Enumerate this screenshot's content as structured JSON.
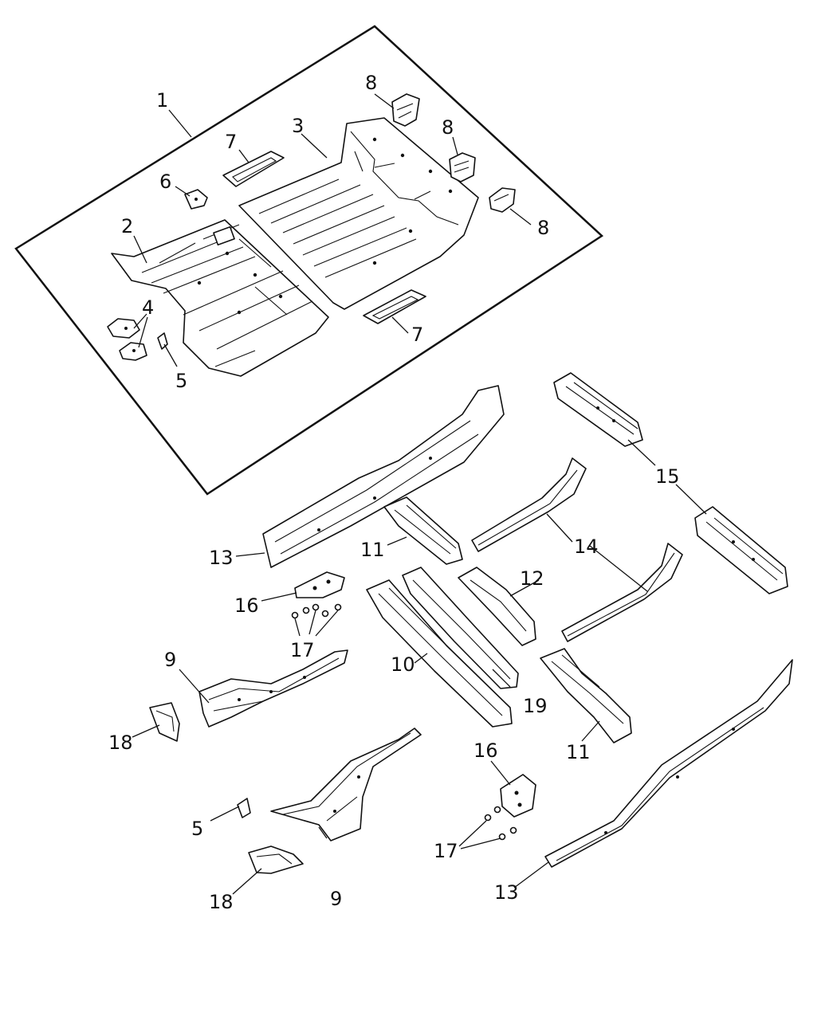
{
  "callouts": [
    {
      "id": "c1",
      "text": "1"
    },
    {
      "id": "c2",
      "text": "2"
    },
    {
      "id": "c3",
      "text": "3"
    },
    {
      "id": "c4",
      "text": "4"
    },
    {
      "id": "c5a",
      "text": "5"
    },
    {
      "id": "c6",
      "text": "6"
    },
    {
      "id": "c7a",
      "text": "7"
    },
    {
      "id": "c7b",
      "text": "7"
    },
    {
      "id": "c8a",
      "text": "8"
    },
    {
      "id": "c8b",
      "text": "8"
    },
    {
      "id": "c8c",
      "text": "8"
    },
    {
      "id": "c9a",
      "text": "9"
    },
    {
      "id": "c9b",
      "text": "9"
    },
    {
      "id": "c10",
      "text": "10"
    },
    {
      "id": "c11a",
      "text": "11"
    },
    {
      "id": "c11b",
      "text": "11"
    },
    {
      "id": "c12",
      "text": "12"
    },
    {
      "id": "c13a",
      "text": "13"
    },
    {
      "id": "c13b",
      "text": "13"
    },
    {
      "id": "c14",
      "text": "14"
    },
    {
      "id": "c15",
      "text": "15"
    },
    {
      "id": "c16a",
      "text": "16"
    },
    {
      "id": "c16b",
      "text": "16"
    },
    {
      "id": "c17a",
      "text": "17"
    },
    {
      "id": "c17b",
      "text": "17"
    },
    {
      "id": "c18a",
      "text": "18"
    },
    {
      "id": "c18b",
      "text": "18"
    },
    {
      "id": "c19",
      "text": "19"
    },
    {
      "id": "c5b",
      "text": "5"
    }
  ]
}
